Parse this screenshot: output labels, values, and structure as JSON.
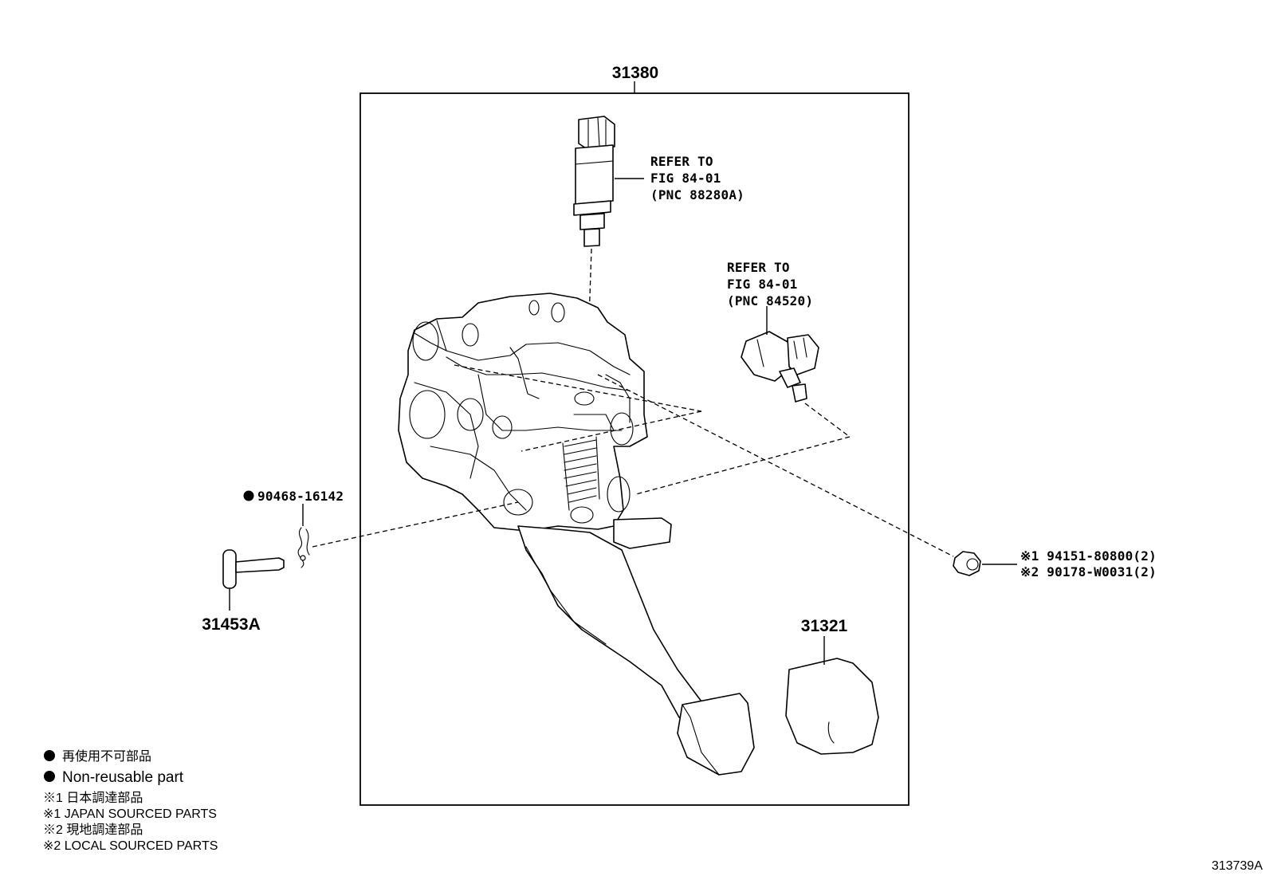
{
  "callouts": {
    "assembly": "31380",
    "stop_light_switch_ref": [
      "REFER TO",
      "FIG 84-01",
      "(PNC 88280A)"
    ],
    "clutch_switch_ref": [
      "REFER TO",
      "FIG 84-01",
      "(PNC 84520)"
    ],
    "clip": "90468-16142",
    "pin": "31453A",
    "pedal_pad": "31321",
    "nut_1": "※1 94151-80800(2)",
    "nut_2": "※2 90178-W0031(2)"
  },
  "legend": {
    "items": [
      "再使用不可部品",
      "Non-reusable part",
      "※1  日本調達部品",
      "※1  JAPAN SOURCED PARTS",
      "※2  現地調達部品",
      "※2  LOCAL SOURCED PARTS"
    ]
  },
  "figure_id": "313739A",
  "icons": [
    "non-reusable-dot-icon"
  ]
}
